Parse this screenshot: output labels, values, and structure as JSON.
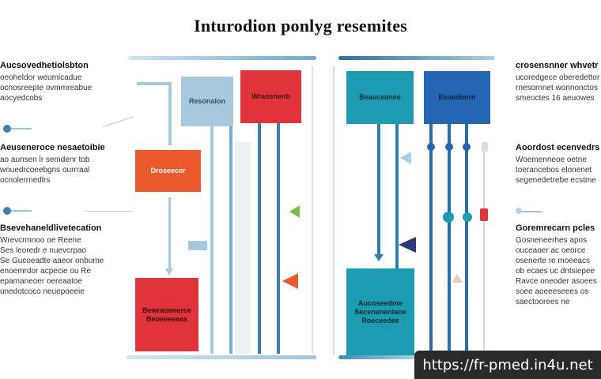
{
  "title": "Inturodion ponlyg resemites",
  "left_column": [
    {
      "heading": "Aucsovedhetiolsbton",
      "body": "oeoheldor weumicadue\nocnosreepte ovmmreabue\naocyedcobs"
    },
    {
      "heading": "Aeuseneroce nesaetoibie",
      "body": "ao aunsen lr semdenr tob\nwouedrcoeebgns ourrraal\nocnolerrnedlrs"
    },
    {
      "heading": "Bsevehaneldlivetecation",
      "body": "Wrevcrmnoo oe Reene\nSes leoredr e nuevcrpao\nSe Gucoeadte aaeor onbume\nenoemrdor acpecie ou Re\nepamaneoer oereaatoe\nunedotcoco neuepoeeie"
    }
  ],
  "right_column": [
    {
      "heading": "crosensnner whvetr",
      "body": "ucoredgece oberedettor\nrnesornnet wonnonctos\nsmeoctes 16 aeuowes"
    },
    {
      "heading": "Aoordost ecenvedrs",
      "body": "Woemenneoe oetne\ntoerancebos elonenet\nsegenedetrebe ecstme"
    },
    {
      "heading": "Goremrecarn pcles",
      "body": "Gosneneerhes apos\nouceaoer ac oeorce\nosenerte re moeeacs\nob ecaes uc dntsiepee\nRavce oneoder asoees\nsoee aoeeeseees os\nsaectoorees ne"
    }
  ],
  "boxes": {
    "left_light": "Resonalon",
    "left_red_top": "Wraosnenb",
    "left_orange": "Droseecer",
    "left_red_bottom": "Bewraoenerce\nBeoeeeeeas",
    "right_teal_top": "Beauceanee",
    "right_blue_top": "Esoednorn",
    "right_teal_bottom": "Aucoseedme\nSeceneneniaoe\nRoeceedee"
  },
  "footer_url": "https://fr-pmed.in4u.net",
  "colors": {
    "red": "#e0333c",
    "orange": "#ea5a2d",
    "light_blue": "#a8c8de",
    "teal": "#1d9bb0",
    "blue": "#2566b3",
    "line_blue": "#3f7fb0",
    "top_bar": "#7fb6d4"
  }
}
